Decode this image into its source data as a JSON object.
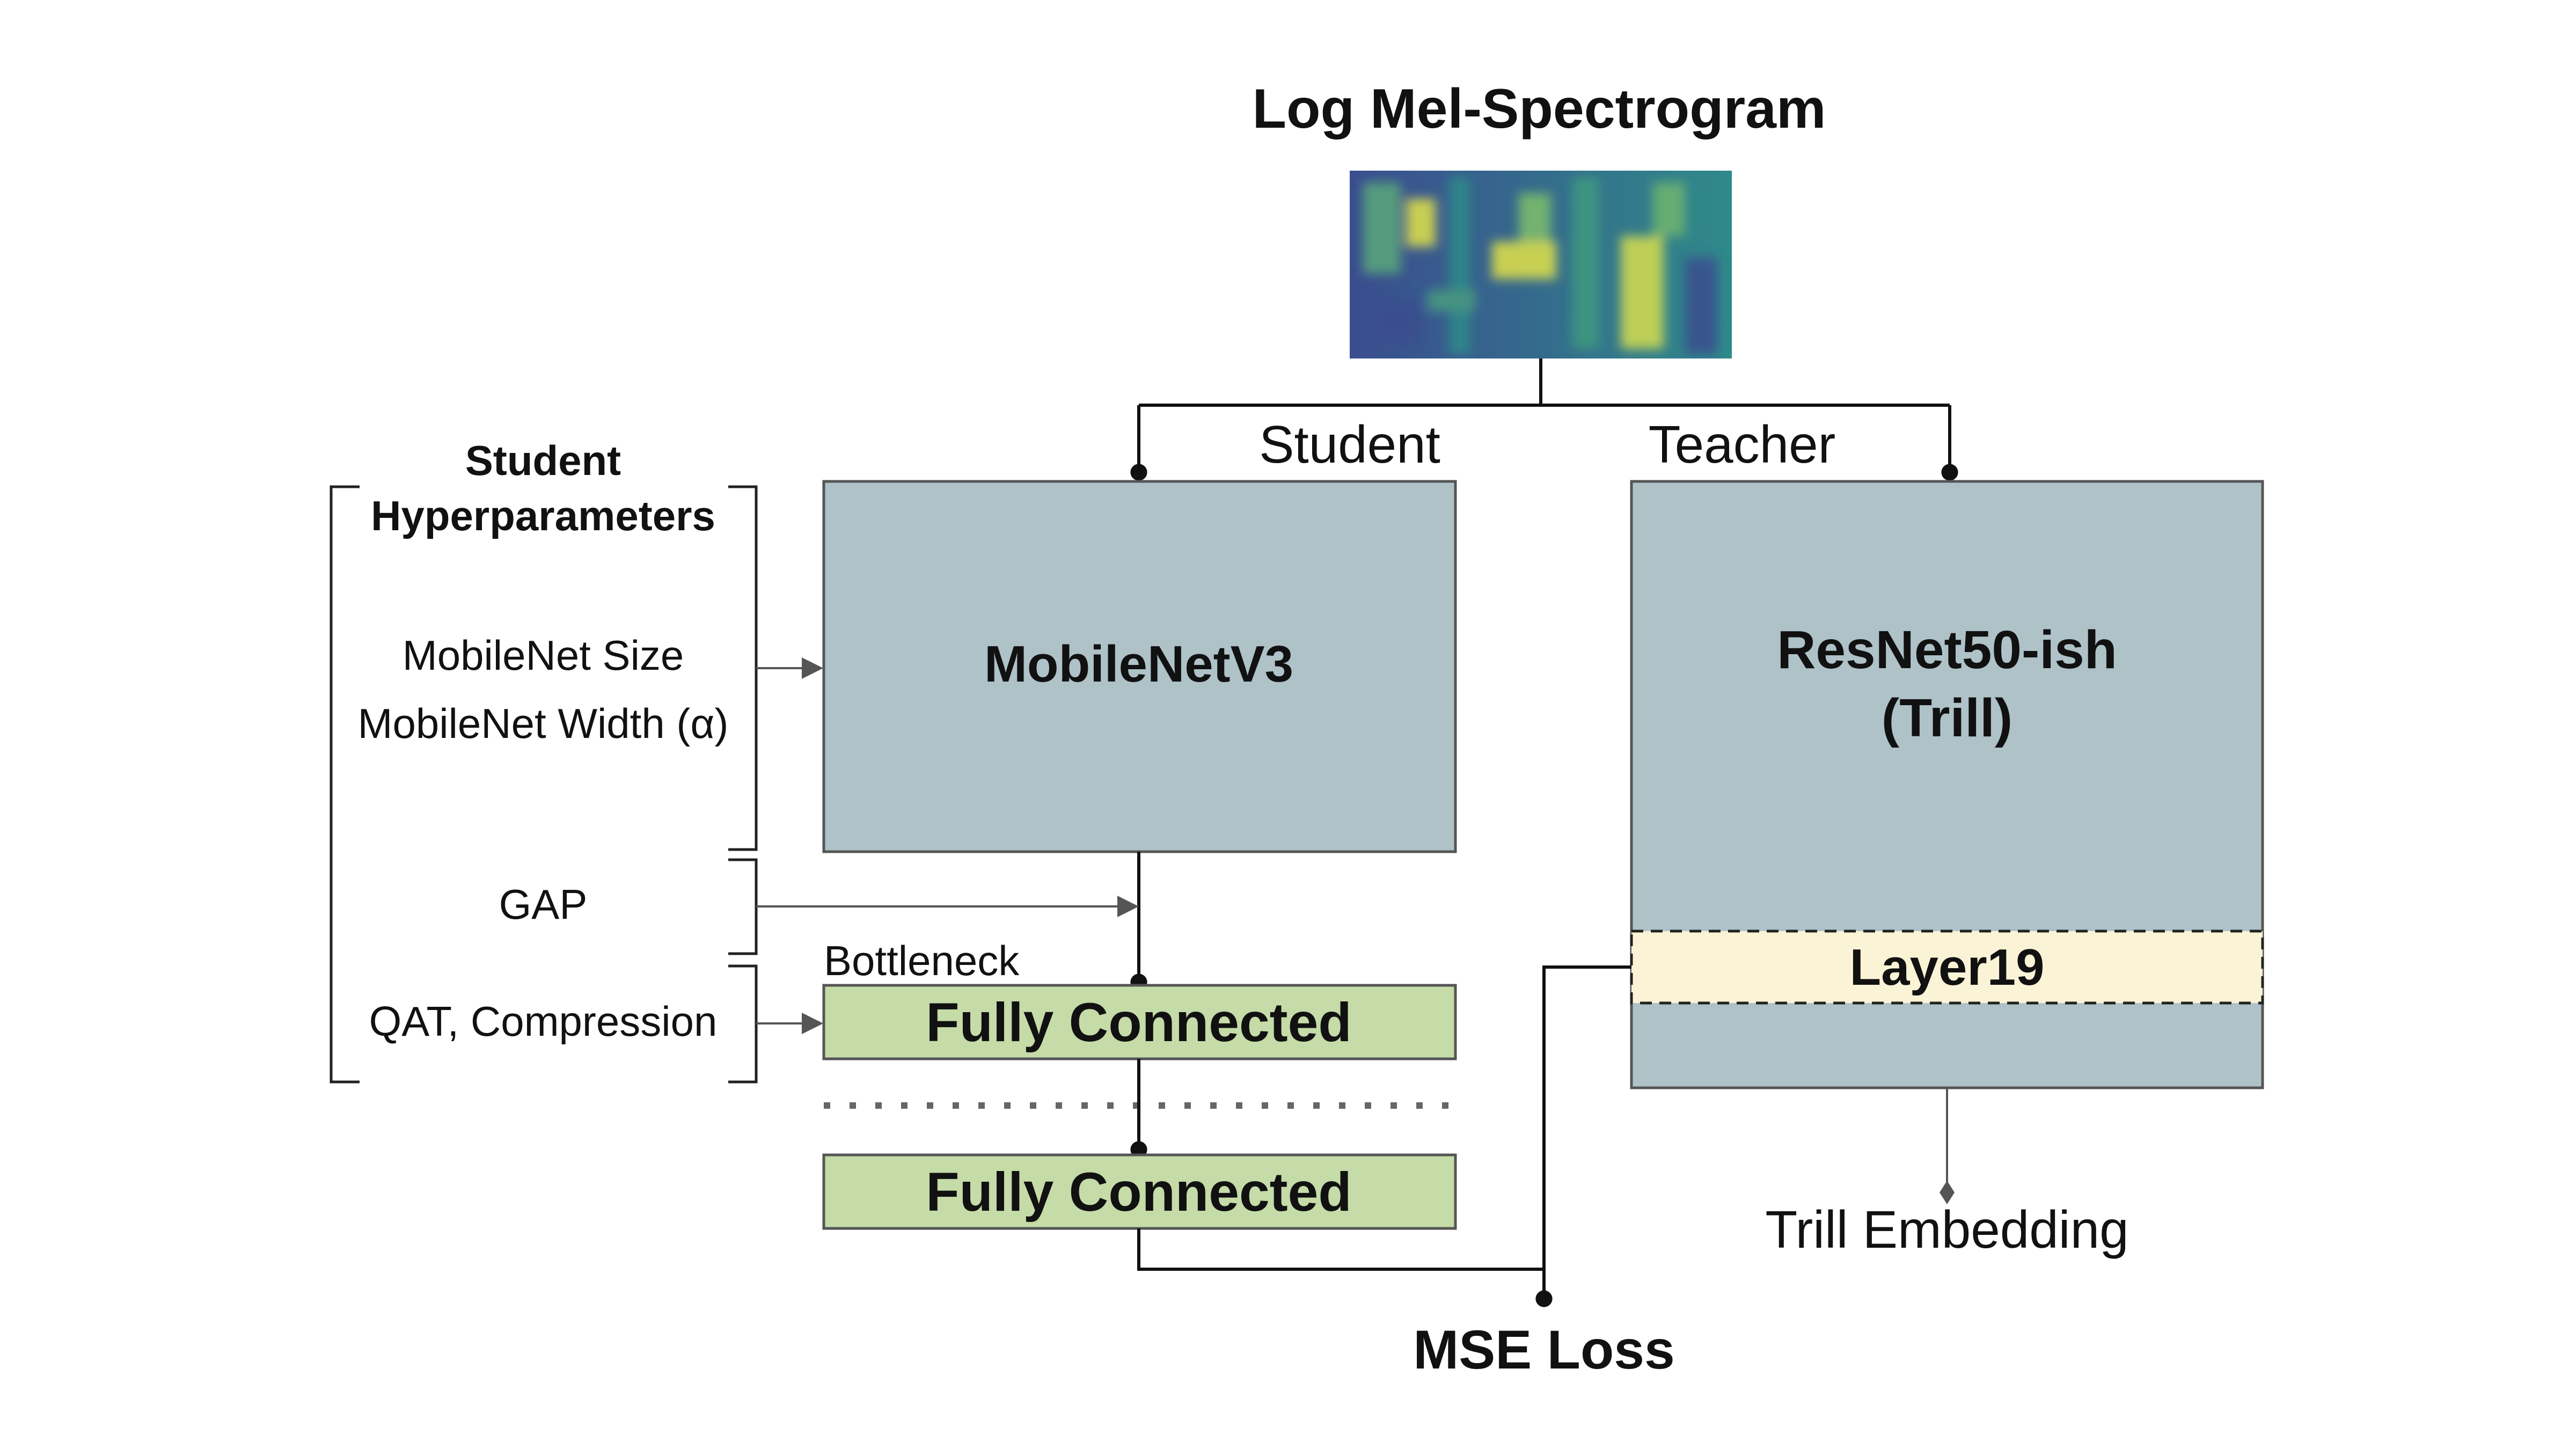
{
  "header": {
    "spectrogram_title": "Log Mel-Spectrogram"
  },
  "branches": {
    "student": "Student",
    "teacher": "Teacher"
  },
  "hyperparameters": {
    "title_line1": "Student",
    "title_line2": "Hyperparameters",
    "size": "MobileNet Size",
    "width": "MobileNet Width (α)",
    "gap": "GAP",
    "qat": "QAT, Compression"
  },
  "student_model": {
    "backbone": "MobileNetV3",
    "bottleneck_label": "Bottleneck",
    "fc1": "Fully Connected",
    "fc2": "Fully Connected"
  },
  "teacher_model": {
    "backbone_line1": "ResNet50-ish",
    "backbone_line2": "(Trill)",
    "layer": "Layer19",
    "embedding": "Trill Embedding"
  },
  "loss": {
    "label": "MSE Loss"
  },
  "colors": {
    "model_box": "#aec2c8",
    "fc_box": "#c5dba8",
    "layer_box": "#fbf3d6",
    "spec_dark": "#3a4d8f",
    "spec_mid": "#2f8a8a",
    "spec_bright": "#e2e24a"
  }
}
